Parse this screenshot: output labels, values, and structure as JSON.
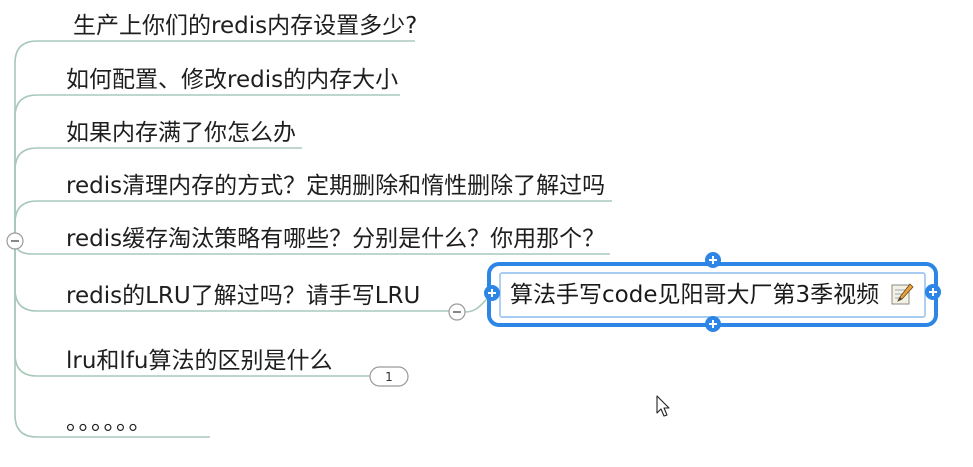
{
  "topics": [
    {
      "text": "生产上你们的redis内存设置多少?"
    },
    {
      "text": "如何配置、修改redis的内存大小"
    },
    {
      "text": "如果内存满了你怎么办"
    },
    {
      "text": "redis清理内存的方式？定期删除和惰性删除了解过吗"
    },
    {
      "text": "redis缓存淘汰策略有哪些？分别是什么？你用那个？"
    },
    {
      "text": "redis的LRU了解过吗？请手写LRU"
    },
    {
      "text": "lru和lfu算法的区别是什么"
    },
    {
      "text": "。。。。。。"
    }
  ],
  "selected_subtopic": {
    "text": "算法手写code见阳哥大厂第3季视频",
    "icon": "note-icon"
  },
  "collapsed_badge": {
    "count": "1"
  },
  "icons": {
    "collapse": "collapse-icon",
    "add": "add-topic-icon",
    "cursor": "mouse-cursor-icon"
  },
  "colors": {
    "branch_line": "#a8c8ba",
    "selection": "#2d86e5",
    "selection_inner": "#8cbbee",
    "text": "#1e1e1e",
    "background": "#ffffff"
  }
}
